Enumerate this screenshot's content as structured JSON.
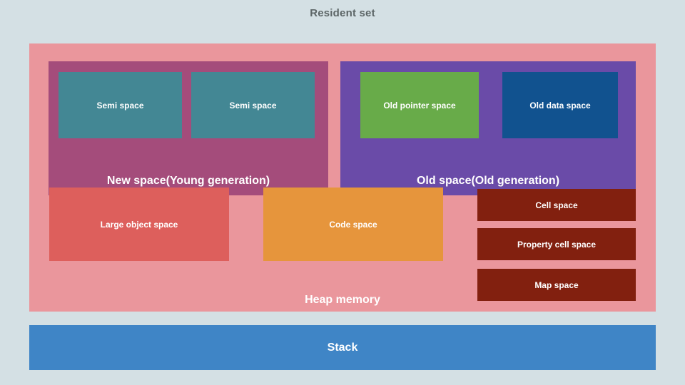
{
  "diagram": {
    "title": "Resident set",
    "title_color": "#5c6566",
    "background_color": "#d4e0e4"
  },
  "heap": {
    "label": "Heap memory",
    "color": "#ea969c",
    "new_space": {
      "label": "New space(Young generation)",
      "color": "#a44c7b",
      "children": [
        {
          "label": "Semi space",
          "color": "#438794"
        },
        {
          "label": "Semi space",
          "color": "#438794"
        }
      ]
    },
    "old_space": {
      "label": "Old space(Old generation)",
      "color": "#6a4ba8",
      "children": [
        {
          "label": "Old pointer space",
          "color": "#68ab49"
        },
        {
          "label": "Old data space",
          "color": "#11528f"
        }
      ]
    },
    "regions": [
      {
        "label": "Large object space",
        "color": "#dd5f5c"
      },
      {
        "label": "Code space",
        "color": "#e6953c"
      }
    ],
    "small_regions": [
      {
        "label": "Cell space",
        "color": "#82200f"
      },
      {
        "label": "Property cell space",
        "color": "#82200f"
      },
      {
        "label": "Map space",
        "color": "#82200f"
      }
    ]
  },
  "stack": {
    "label": "Stack",
    "color": "#3f85c6"
  }
}
